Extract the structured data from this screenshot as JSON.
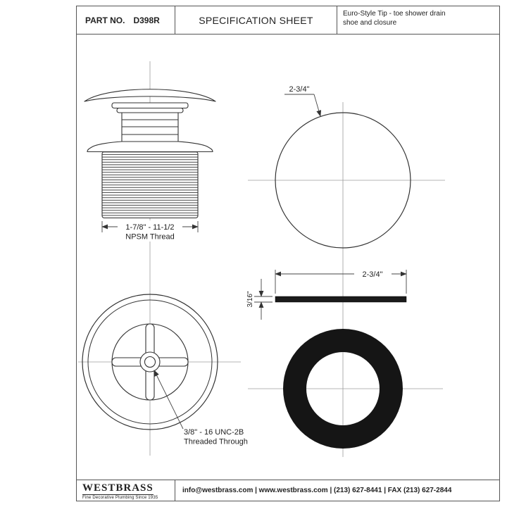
{
  "header": {
    "part_label": "PART NO.",
    "part_number": "D398R",
    "title": "SPECIFICATION SHEET",
    "description": "Euro-Style Tip - toe shower drain shoe and closure"
  },
  "drawing": {
    "side_view": {
      "thread_dim": "1-7/8\" - 11-1/2",
      "thread_label": "NPSM Thread"
    },
    "top_view": {
      "diameter": "2-3/4\""
    },
    "washer_side_view": {
      "width": "2-3/4\"",
      "thickness": "3/16\""
    },
    "bottom_view": {
      "thread_dim": "3/8\" - 16 UNC-2B",
      "thread_label": "Threaded Through"
    }
  },
  "footer": {
    "brand": "WESTBRASS",
    "tagline": "Fine Decorative Plumbing Since 1935",
    "contact": "info@westbrass.com | www.westbrass.com | (213) 627-8441 | FAX (213) 627-2844"
  }
}
